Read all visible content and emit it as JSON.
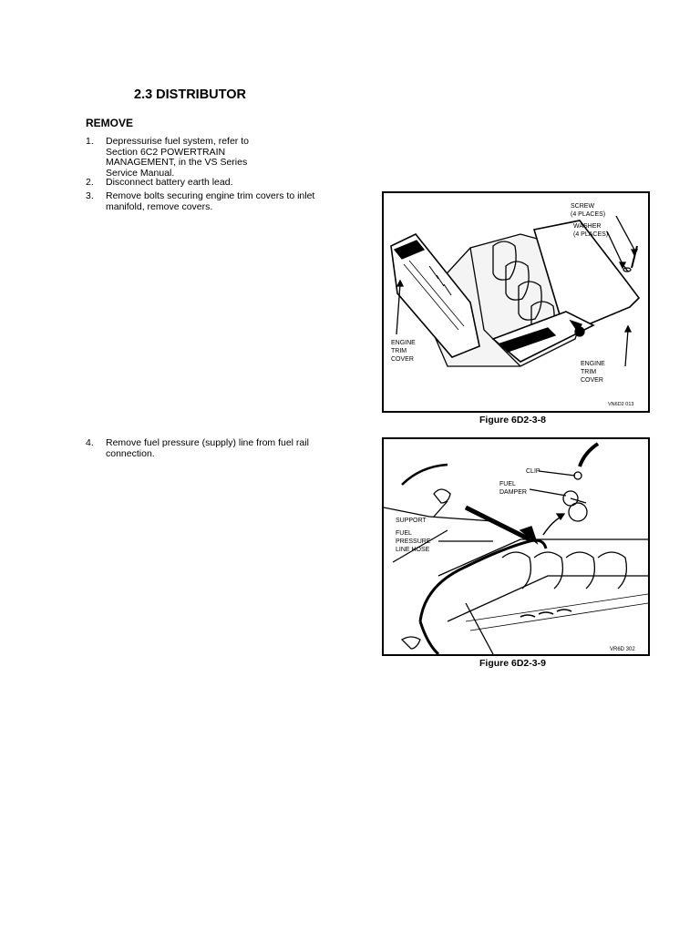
{
  "section": {
    "title": "2.3 DISTRIBUTOR",
    "subheading": "REMOVE"
  },
  "steps": [
    {
      "num": "1.",
      "text": "Depressurise fuel system, refer to\nSection 6C2 POWERTRAIN\nMANAGEMENT, in the VS Series\nService Manual."
    },
    {
      "num": "2.",
      "text": "Disconnect battery earth lead."
    },
    {
      "num": "3.",
      "text": "Remove bolts securing engine trim covers to inlet\nmanifold, remove covers."
    },
    {
      "num": "4.",
      "text": "Remove fuel pressure (supply) line from fuel rail\nconnection."
    }
  ],
  "figures": [
    {
      "caption": "Figure 6D2-3-8",
      "ref": "VN6D2 013",
      "labels": {
        "screw": "SCREW",
        "screw_places": "(4 PLACES)",
        "washer": "WASHER",
        "washer_places": "(4 PLACES)",
        "left_cover_1": "ENGINE",
        "left_cover_2": "TRIM",
        "left_cover_3": "COVER",
        "right_cover_1": "ENGINE",
        "right_cover_2": "TRIM",
        "right_cover_3": "COVER"
      }
    },
    {
      "caption": "Figure 6D2-3-9",
      "ref": "VR6D 302",
      "labels": {
        "clip": "CLIP",
        "fuel": "FUEL",
        "damper": "DAMPER",
        "support": "SUPPORT",
        "hose_1": "FUEL",
        "hose_2": "PRESSURE",
        "hose_3": "LINE HOSE"
      }
    }
  ]
}
